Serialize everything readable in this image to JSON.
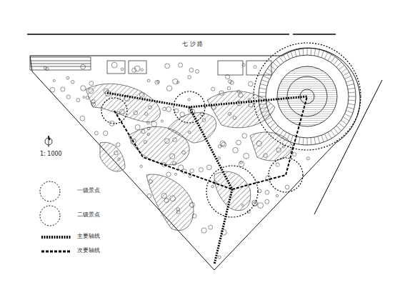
{
  "diagram": {
    "labels": [
      "七 沙 路",
      "1: 1000"
    ],
    "legend": [
      {
        "text": "一级景点"
      },
      {
        "text": "二级景点"
      },
      {
        "text": "主要轴线"
      },
      {
        "text": "次要轴线"
      }
    ]
  }
}
